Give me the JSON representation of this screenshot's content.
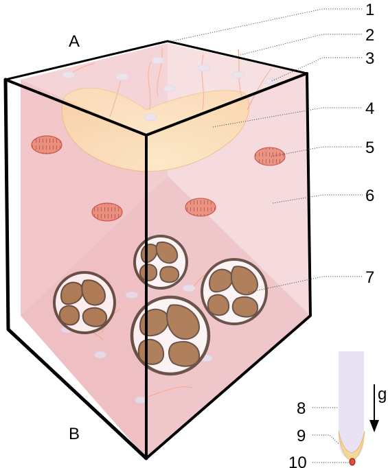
{
  "letters": {
    "top": "A",
    "bottom": "B"
  },
  "callouts": [
    "1",
    "2",
    "3",
    "4",
    "5",
    "6",
    "7",
    "8",
    "9",
    "10"
  ],
  "gravity": {
    "symbol": "g"
  },
  "colors": {
    "cell_left": "#f2c5c8",
    "cell_right": "#f6dadc",
    "cell_top": "#f9e3e5",
    "vacuole": "#fdd9a5",
    "mito_fill": "#e9806a",
    "mito_stroke": "#c0392b",
    "amyloplast_fill": "#9a6634",
    "amyloplast_stroke": "#3d2b1f",
    "vesicle": "#e5e3f0",
    "microtubule": "#f0a07a",
    "root_tip": "#e9e2f5",
    "root_cap": "#f6d79a",
    "statolith": "#e74c3c",
    "outline": "#000000"
  }
}
